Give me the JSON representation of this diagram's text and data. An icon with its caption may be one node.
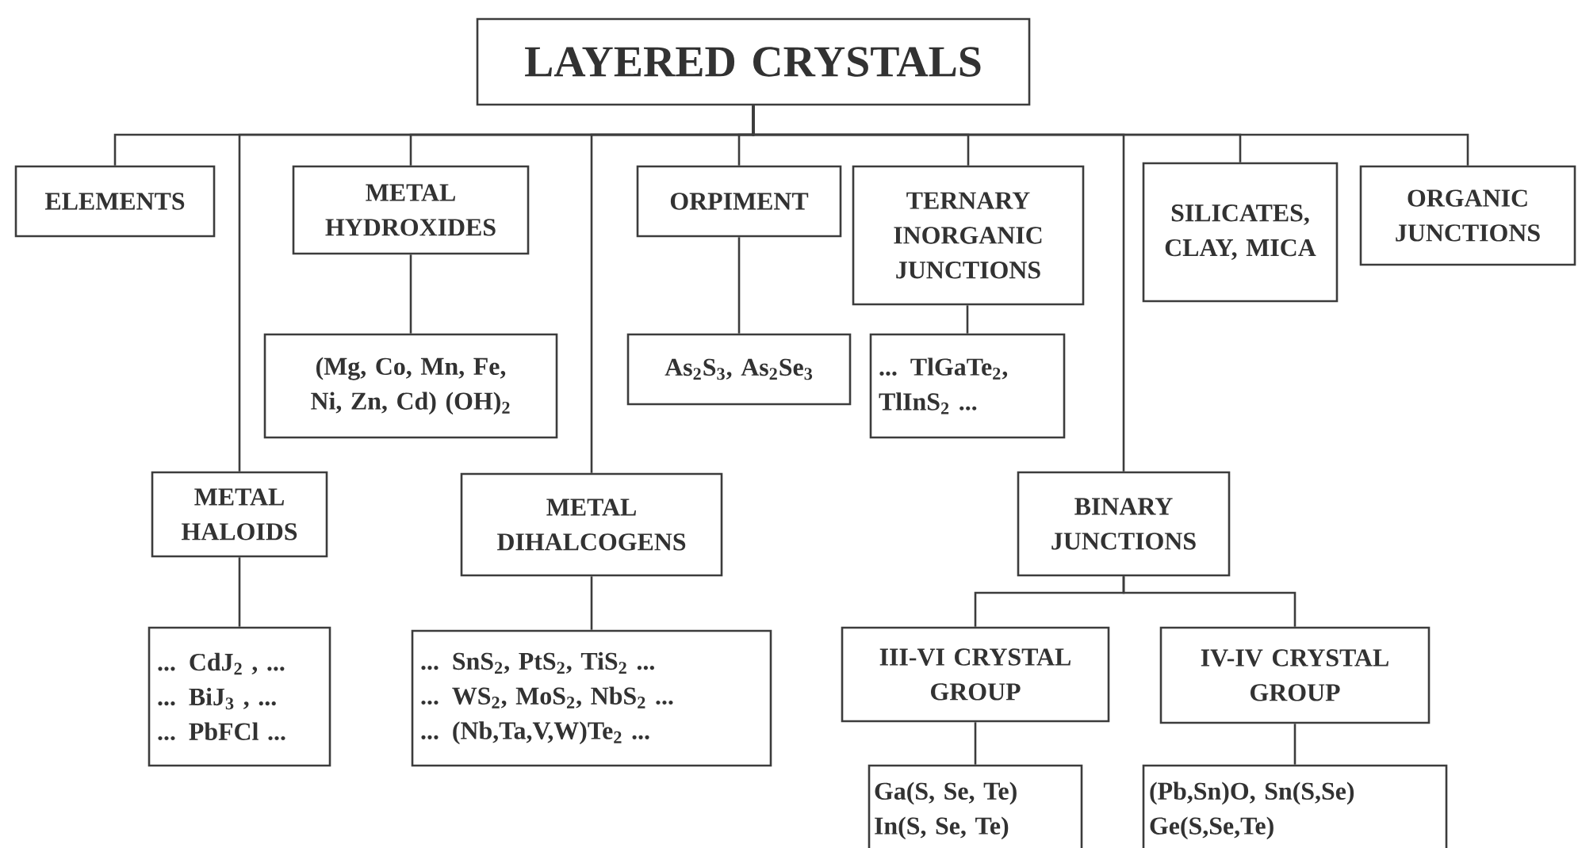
{
  "diagram": {
    "nodes": [
      {
        "text": [
          "LAYERED CRYSTALS"
        ]
      },
      {
        "text": [
          "ELEMENTS"
        ]
      },
      {
        "text": [
          "METAL HYDROXIDES"
        ]
      },
      {
        "text": [
          "(Mg, Co, Mn, Fe, Ni, Zn, Cd) (OH)$_{2}$"
        ]
      },
      {
        "text": [
          "ORPIMENT"
        ]
      },
      {
        "text": [
          "As$_{2}$S$_{3}$, As$_{2}$Se$_{3}$"
        ]
      },
      {
        "text": [
          "TERNARY INORGANIC JUNCTIONS"
        ]
      },
      {
        "text": [
          "... TlGaTe$_{2}$, TlInS$_{2}$ ..."
        ]
      },
      {
        "text": [
          "SILICATES, CLAY, MICA"
        ]
      },
      {
        "text": [
          "ORGANIC JUNCTIONS"
        ]
      },
      {
        "text": [
          "METAL HALOIDS"
        ]
      },
      {
        "text": [
          "... CdJ$_{2}$ , ...",
          "... BiJ$_{3}$ , ...",
          "... PbFCl ..."
        ]
      },
      {
        "text": [
          "METAL DIHALCOGENS"
        ]
      },
      {
        "text": [
          "... SnS$_{2}$, PtS$_{2}$, TiS$_{2}$ ...",
          "... WS$_{2}$, MoS$_{2}$, NbS$_{2}$ ...",
          "... (Nb,Ta,V,W)Te$_{2}$ ..."
        ]
      },
      {
        "text": [
          "BINARY JUNCTIONS"
        ]
      },
      {
        "text": [
          "III-VI CRYSTAL GROUP"
        ]
      },
      {
        "text": [
          "IV-IV CRYSTAL GROUP"
        ]
      },
      {
        "text": [
          "Ga(S, Se, Te)",
          "In(S, Se, Te)"
        ]
      },
      {
        "text": [
          "(Pb,Sn)O, Sn(S,Se)",
          "Ge(S,Se,Te)"
        ]
      }
    ],
    "edges": [
      {
        "from": 0,
        "to": 1,
        "arrow": "none"
      },
      {
        "from": 0,
        "to": 10,
        "arrow": "none"
      },
      {
        "from": 0,
        "to": 2,
        "arrow": "none"
      },
      {
        "from": 0,
        "to": 12,
        "arrow": "none"
      },
      {
        "from": 0,
        "to": 4,
        "arrow": "none"
      },
      {
        "from": 0,
        "to": 6,
        "arrow": "none"
      },
      {
        "from": 0,
        "to": 14,
        "arrow": "none"
      },
      {
        "from": 0,
        "to": 8,
        "arrow": "none"
      },
      {
        "from": 0,
        "to": 9,
        "arrow": "none"
      },
      {
        "from": 2,
        "to": 3,
        "arrow": "none"
      },
      {
        "from": 4,
        "to": 5,
        "arrow": "none"
      },
      {
        "from": 6,
        "to": 7,
        "arrow": "none"
      },
      {
        "from": 10,
        "to": 11,
        "arrow": "none"
      },
      {
        "from": 12,
        "to": 13,
        "arrow": "none"
      },
      {
        "from": 14,
        "to": 15,
        "arrow": "none"
      },
      {
        "from": 14,
        "to": 16,
        "arrow": "none"
      },
      {
        "from": 15,
        "to": 17,
        "arrow": "none"
      },
      {
        "from": 16,
        "to": 18,
        "arrow": "none"
      }
    ]
  }
}
